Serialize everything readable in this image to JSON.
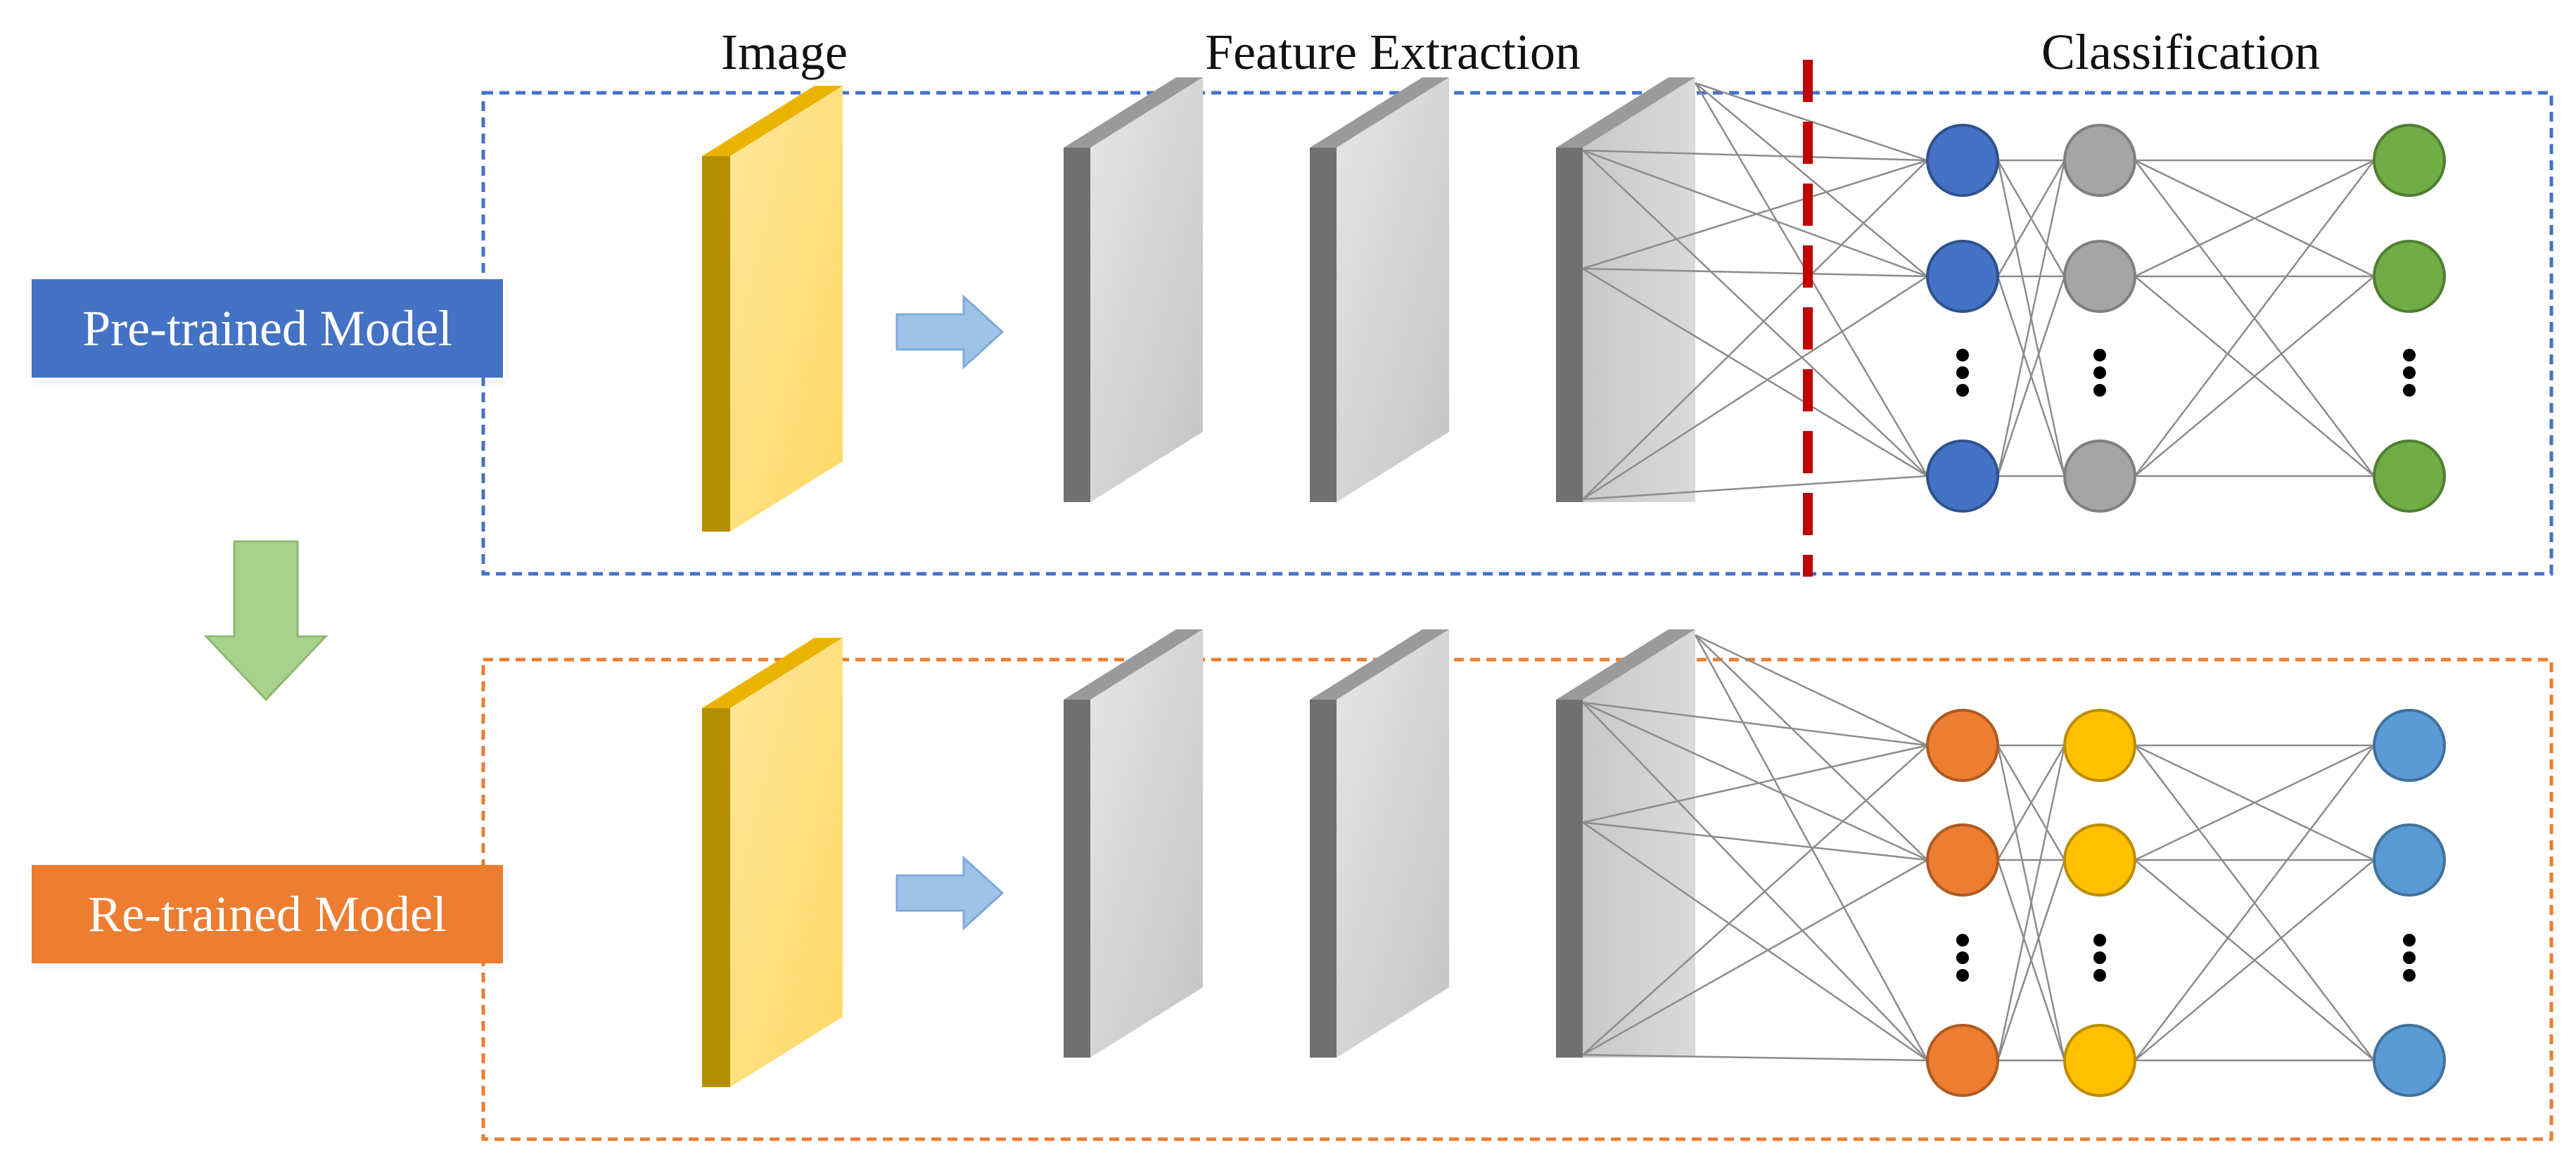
{
  "headers": {
    "image": "Image",
    "feature_extraction": "Feature Extraction",
    "classification": "Classification"
  },
  "models": [
    {
      "label": "Pre-trained Model",
      "label_color": "#4472C4",
      "frame_color": "#4472C4",
      "layer_colors": [
        "#4472C4",
        "#A5A5A5",
        "#70AD47"
      ],
      "layer_stroke": [
        "#2F528F",
        "#7F7F7F",
        "#507E32"
      ]
    },
    {
      "label": "Re-trained Model",
      "label_color": "#ED7D31",
      "frame_color": "#ED7D31",
      "layer_colors": [
        "#ED7D31",
        "#FFC000",
        "#5B9BD5"
      ],
      "layer_stroke": [
        "#AE5A21",
        "#BC8C00",
        "#41719C"
      ]
    }
  ],
  "colors": {
    "image_block": "#FFD966",
    "image_block_side": "#B38F00",
    "feature_block": "#D0D0D0",
    "feature_block_side": "#707070",
    "arrow": "#9DC3E6",
    "down_arrow": "#A9D18E",
    "cut_line": "#C00000",
    "connection": "#8C8C8C"
  },
  "icons": [
    "right-arrow-icon",
    "down-arrow-icon",
    "ellipsis-icon"
  ]
}
